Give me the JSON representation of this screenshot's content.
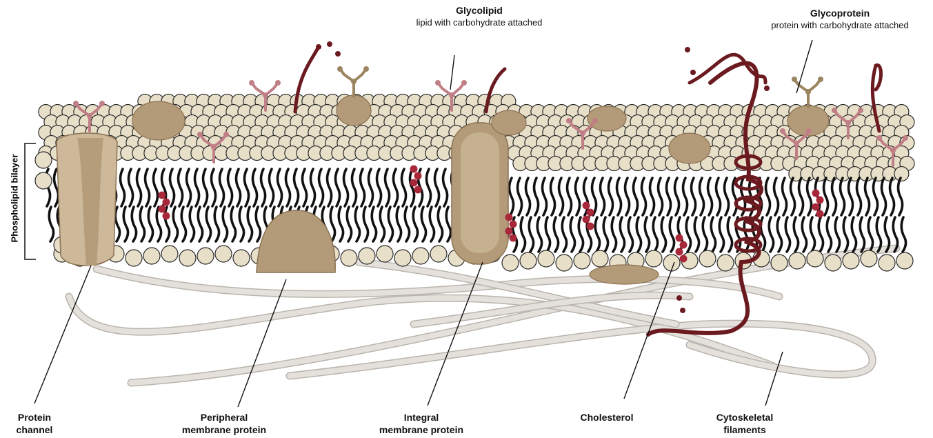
{
  "labels": {
    "glycolipid_title": "Glycolipid",
    "glycolipid_sub": "lipid with carbohydrate attached",
    "glycoprotein_title": "Glycoprotein",
    "glycoprotein_sub": "protein with carbohydrate attached",
    "phospholipid_bilayer": "Phospholipid bilayer",
    "protein_channel_1": "Protein",
    "protein_channel_2": "channel",
    "peripheral_1": "Peripheral",
    "peripheral_2": "membrane protein",
    "integral_1": "Integral",
    "integral_2": "membrane protein",
    "cholesterol": "Cholesterol",
    "cytoskeletal_1": "Cytoskeletal",
    "cytoskeletal_2": "filaments"
  },
  "colors": {
    "head": "#e8dfc9",
    "head_stroke": "#2a2a2a",
    "tail": "#111111",
    "protein": "#b39a78",
    "protein_light": "#cdb99a",
    "protein_dark": "#8a7152",
    "cholesterol": "#a8283a",
    "carb_pink": "#c07f86",
    "glycoprotein_chain": "#6b1a20",
    "filament": "#e4e1dc"
  }
}
